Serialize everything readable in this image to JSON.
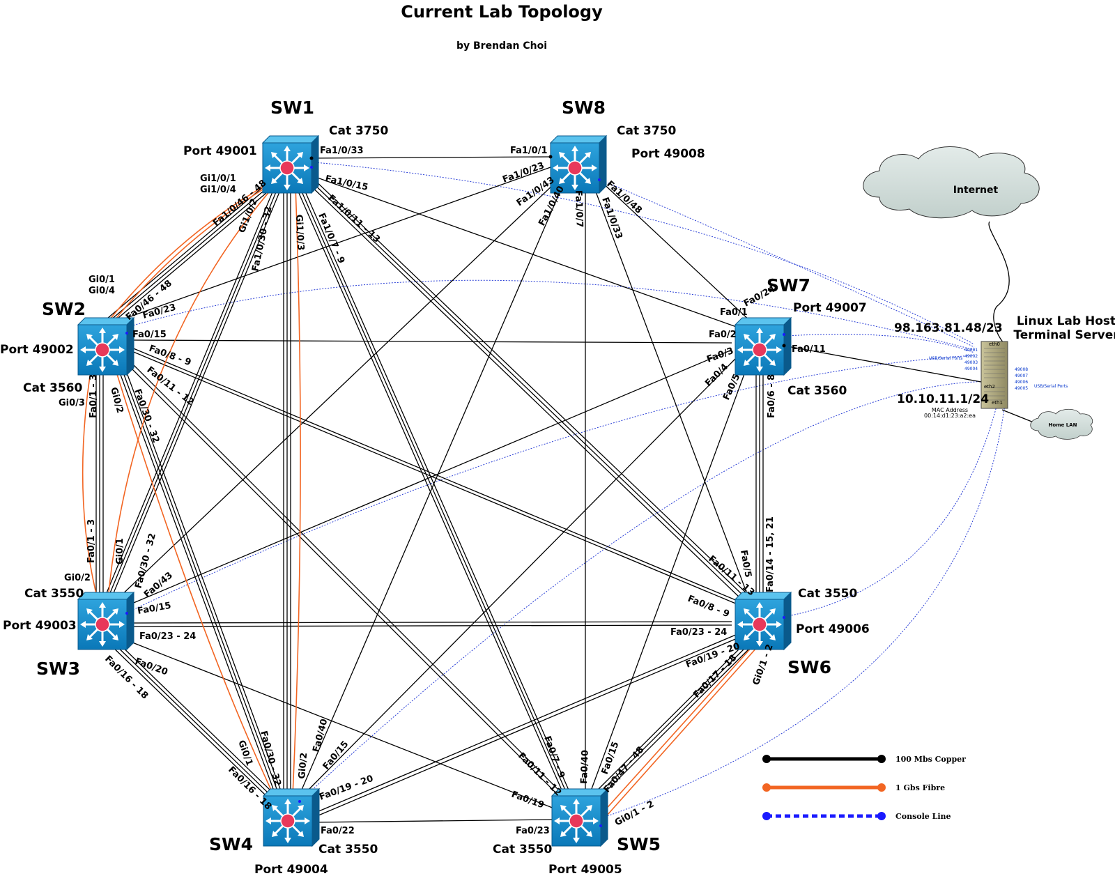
{
  "title": "Current Lab Topology",
  "subtitle": "by Brendan Choi",
  "switches": {
    "sw1": {
      "name": "SW1",
      "model": "Cat 3750",
      "port": "Port 49001"
    },
    "sw8": {
      "name": "SW8",
      "model": "Cat 3750",
      "port": "Port 49008"
    },
    "sw2": {
      "name": "SW2",
      "model": "Cat 3560",
      "port": "Port 49002"
    },
    "sw7": {
      "name": "SW7",
      "model": "Cat 3560",
      "port": "Port 49007"
    },
    "sw3": {
      "name": "SW3",
      "model": "Cat 3550",
      "port": "Port 49003"
    },
    "sw6": {
      "name": "SW6",
      "model": "Cat 3550",
      "port": "Port 49006"
    },
    "sw4": {
      "name": "SW4",
      "model": "Cat 3550",
      "port": "Port 49004"
    },
    "sw5": {
      "name": "SW5",
      "model": "Cat 3550",
      "port": "Port 49005"
    }
  },
  "clouds": {
    "internet": "Internet",
    "home_lan": "Home LAN"
  },
  "server": {
    "name_line1": "Linux Lab Host",
    "name_line2": "Terminal Server",
    "ip_eth0": "98.163.81.48/23",
    "ip_eth1": "10.10.11.1/24",
    "mac_label": "MAC Address",
    "mac_value": "00:14:d1:23:a2:ea",
    "eth0": "eth0",
    "eth1": "eth1",
    "eth2": "eth2",
    "usb_left": "USB/Serial Ports",
    "usb_right": "USB/Serial Ports",
    "left_ports": [
      "49001",
      "49002",
      "49003",
      "49004"
    ],
    "right_ports": [
      "49008",
      "49007",
      "49006",
      "49005"
    ]
  },
  "legend": [
    {
      "label": "100 Mbs Copper",
      "color": "#000000",
      "style": "solid"
    },
    {
      "label": "1 Gbs Fibre",
      "color": "#f26522",
      "style": "solid"
    },
    {
      "label": "Console Line",
      "color": "#1a1aff",
      "style": "dotted"
    }
  ],
  "port_labels": {
    "sw1_fa1033": "Fa1/0/33",
    "sw1_gi101": "Gi1/0/1",
    "sw1_gi104": "Gi1/0/4",
    "sw1_fa1015": "Fa1/0/15",
    "sw1_fa1046": "Fa1/0/46 - 48",
    "sw1_gi102": "Gi1/0/2",
    "sw1_fa1030": "Fa1/0/30 - 32",
    "sw1_gi103": "Gi1/0/3",
    "sw1_fa107": "Fa1/0/7 - 9",
    "sw1_fa1011": "Fa1/0/11 - 13",
    "sw8_fa101": "Fa1/0/1",
    "sw8_fa1023": "Fa1/0/23",
    "sw8_fa1043": "Fa1/0/43",
    "sw8_fa1040": "Fa1/0/40",
    "sw8_fa107": "Fa1/0/7",
    "sw8_fa1048": "Fa1/0/48",
    "sw8_fa1033": "Fa1/0/33",
    "sw2_gi01": "Gi0/1",
    "sw2_gi04": "Gi0/4",
    "sw2_fa046": "Fa0/46 - 48",
    "sw2_fa023": "Fa0/23",
    "sw2_fa015": "Fa0/15",
    "sw2_fa08": "Fa0/8 - 9",
    "sw2_fa011": "Fa0/11 - 12",
    "sw2_fa030": "Fa0/30 - 32",
    "sw2_fa01": "Fa0/1 - 3",
    "sw2_gi03": "Gi0/3",
    "sw2_gi02": "Gi0/2",
    "sw7_fa024": "Fa0/24",
    "sw7_fa01": "Fa0/1",
    "sw7_fa02": "Fa0/2",
    "sw7_fa011": "Fa0/11",
    "sw7_fa03": "Fa0/3",
    "sw7_fa04": "Fa0/4",
    "sw7_fa05": "Fa0/5",
    "sw7_fa06": "Fa0/6 - 8",
    "sw3_fa01": "Fa0/1 - 3",
    "sw3_gi01": "Gi0/1",
    "sw3_gi02": "Gi0/2",
    "sw3_fa030": "Fa0/30 - 32",
    "sw3_fa043": "Fa0/43",
    "sw3_fa015": "Fa0/15",
    "sw3_fa023": "Fa0/23 - 24",
    "sw3_fa016": "Fa0/16 - 18",
    "sw3_fa020": "Fa0/20",
    "sw6_fa014": "Fa0/14 - 15, 21",
    "sw6_fa05": "Fa0/5",
    "sw6_fa011": "Fa0/11 - 13",
    "sw6_fa08": "Fa0/8 - 9",
    "sw6_fa023": "Fa0/23 - 24",
    "sw6_fa019": "Fa0/19 - 20",
    "sw6_fa017": "Fa0/17 - 18",
    "sw6_gi01": "Gi0/1 - 2",
    "sw4_gi01": "Gi0/1",
    "sw4_fa016": "Fa0/16 - 18",
    "sw4_fa030": "Fa0/30 - 32",
    "sw4_gi02": "Gi0/2",
    "sw4_fa040": "Fa0/40",
    "sw4_fa015": "Fa0/15",
    "sw4_fa019": "Fa0/19 - 20",
    "sw4_fa022": "Fa0/22",
    "sw5_fa07": "Fa0/7 - 9",
    "sw5_fa011": "Fa0/11 - 12",
    "sw5_fa019": "Fa0/19",
    "sw5_fa023": "Fa0/23",
    "sw5_fa040": "Fa0/40",
    "sw5_fa015": "Fa0/15",
    "sw5_fa047": "Fa0/47 - 48",
    "sw5_gi01": "Gi0/1 - 2"
  }
}
